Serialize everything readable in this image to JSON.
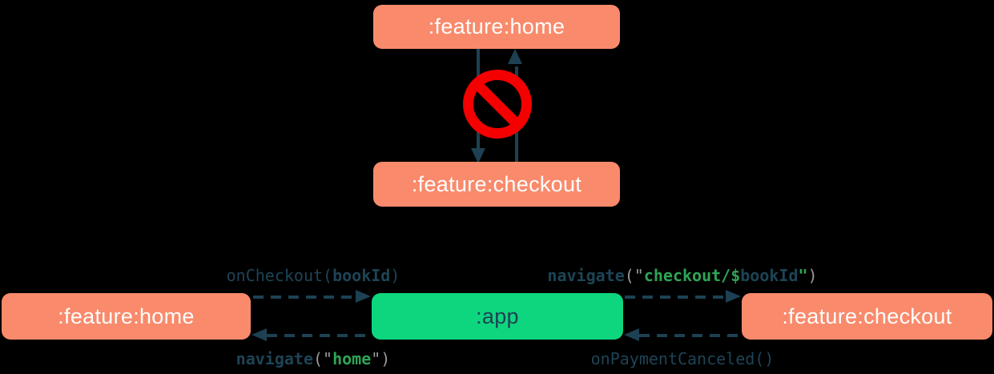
{
  "colors": {
    "background": "#000000",
    "salmon_box": "#f98a6b",
    "green_box": "#0ed67f",
    "navy": "#1d4153",
    "code_navy": "#1d4456",
    "code_green": "#2ea455",
    "code_gray": "#9a9a9a",
    "red": "#f40000",
    "box_text_light": "#fdfdfd"
  },
  "top_diagram": {
    "home_box": {
      "label": ":feature:home"
    },
    "checkout_box": {
      "label": ":feature:checkout"
    },
    "arrows": [
      {
        "from": ":feature:home",
        "to": ":feature:checkout",
        "style": "solid"
      },
      {
        "from": ":feature:checkout",
        "to": ":feature:home",
        "style": "solid"
      }
    ],
    "forbidden_icon": "prohibited-icon"
  },
  "bottom_diagram": {
    "home_box": {
      "label": ":feature:home"
    },
    "app_box": {
      "label": ":app"
    },
    "checkout_box": {
      "label": ":feature:checkout"
    },
    "arrows": [
      {
        "from": ":feature:home",
        "to": ":app",
        "style": "dashed",
        "label_parts": [
          {
            "text": "onCheckout(",
            "color": "code_navy",
            "bold": false
          },
          {
            "text": "bookId",
            "color": "code_navy",
            "bold": true
          },
          {
            "text": ")",
            "color": "code_navy",
            "bold": false
          }
        ]
      },
      {
        "from": ":app",
        "to": ":feature:home",
        "style": "dashed",
        "label_parts": [
          {
            "text": "navigate",
            "color": "code_navy",
            "bold": true
          },
          {
            "text": "(\"",
            "color": "code_gray",
            "bold": false
          },
          {
            "text": "home",
            "color": "code_green",
            "bold": true
          },
          {
            "text": "\")",
            "color": "code_gray",
            "bold": false
          }
        ]
      },
      {
        "from": ":app",
        "to": ":feature:checkout",
        "style": "dashed",
        "label_parts": [
          {
            "text": "navigate",
            "color": "code_navy",
            "bold": true
          },
          {
            "text": "(",
            "color": "code_gray",
            "bold": false
          },
          {
            "text": "\"",
            "color": "code_gray",
            "bold": false
          },
          {
            "text": "checkout/",
            "color": "code_green",
            "bold": true
          },
          {
            "text": "$",
            "color": "code_green",
            "bold": true
          },
          {
            "text": "bookId",
            "color": "code_navy",
            "bold": true
          },
          {
            "text": "\"",
            "color": "code_green",
            "bold": true
          },
          {
            "text": ")",
            "color": "code_gray",
            "bold": false
          }
        ]
      },
      {
        "from": ":feature:checkout",
        "to": ":app",
        "style": "dashed",
        "label_parts": [
          {
            "text": "onPaymentCanceled()",
            "color": "code_navy",
            "bold": false
          }
        ]
      }
    ]
  }
}
